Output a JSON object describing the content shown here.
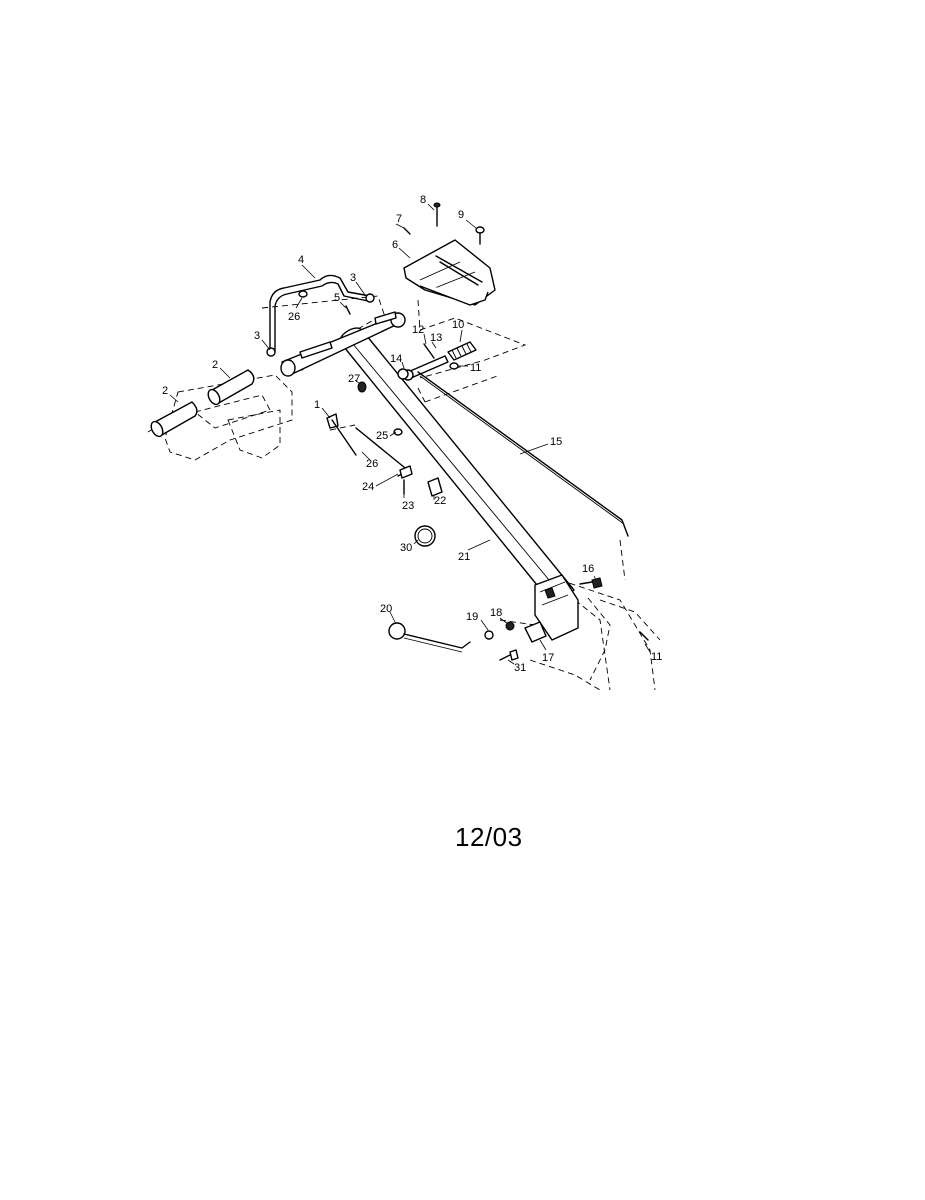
{
  "date_code": "12/03",
  "part_labels": {
    "l1": "1",
    "l2a": "2",
    "l2b": "2",
    "l3a": "3",
    "l3b": "3",
    "l4": "4",
    "l5": "5",
    "l6": "6",
    "l7": "7",
    "l8": "8",
    "l9": "9",
    "l10": "10",
    "l11a": "11",
    "l11b": "11",
    "l12": "12",
    "l13": "13",
    "l14": "14",
    "l15": "15",
    "l16": "16",
    "l17": "17",
    "l18": "18",
    "l19": "19",
    "l20": "20",
    "l21": "21",
    "l22": "22",
    "l23": "23",
    "l24": "24",
    "l25": "25",
    "l26a": "26",
    "l26b": "26",
    "l27": "27",
    "l30": "30",
    "l31": "31"
  }
}
